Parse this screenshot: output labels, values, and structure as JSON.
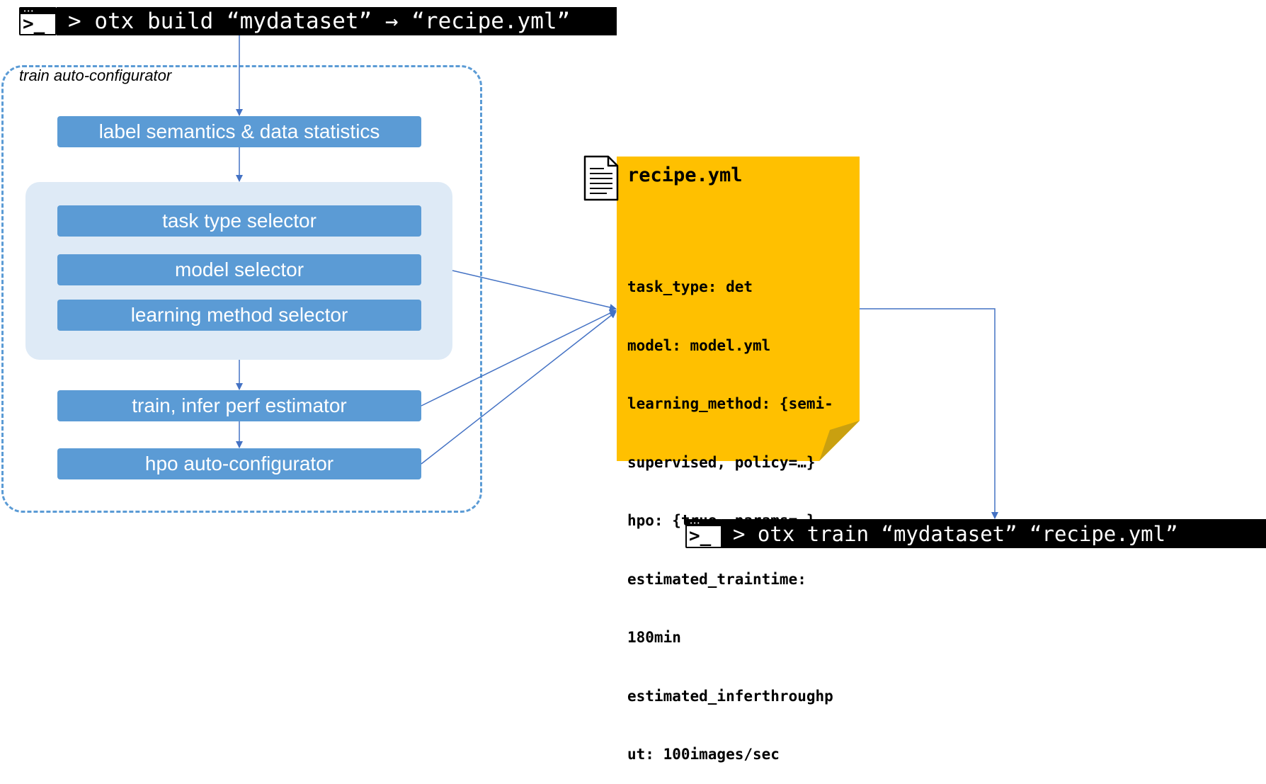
{
  "top_command": {
    "text": "> otx build “mydataset” → “recipe.yml”"
  },
  "bottom_command": {
    "text": "> otx train “mydataset” “recipe.yml”"
  },
  "auto_configurator": {
    "label": "train auto-configurator",
    "boxes": {
      "label_semantics": "label semantics & data statistics",
      "task_type_selector": "task type selector",
      "model_selector": "model selector",
      "learning_method_selector": "learning method selector",
      "perf_estimator": "train, infer perf estimator",
      "hpo_configurator": "hpo auto-configurator"
    }
  },
  "recipe": {
    "title": "recipe.yml",
    "lines": [
      "task_type: det",
      "model: model.yml",
      "learning_method: {semi-",
      "supervised, policy=…}",
      "hpo: {true, params=…}",
      "estimated_traintime:",
      "180min",
      "estimated_inferthroughp",
      "ut: 100images/sec"
    ]
  },
  "icons": {
    "terminal": "terminal-icon",
    "document": "document-icon"
  },
  "colors": {
    "box_blue": "#5b9bd5",
    "panel_light_blue": "#deeaf6",
    "note_yellow": "#ffc000",
    "note_fold": "#c9a010",
    "command_bg": "#000000",
    "arrow": "#4472c4"
  }
}
